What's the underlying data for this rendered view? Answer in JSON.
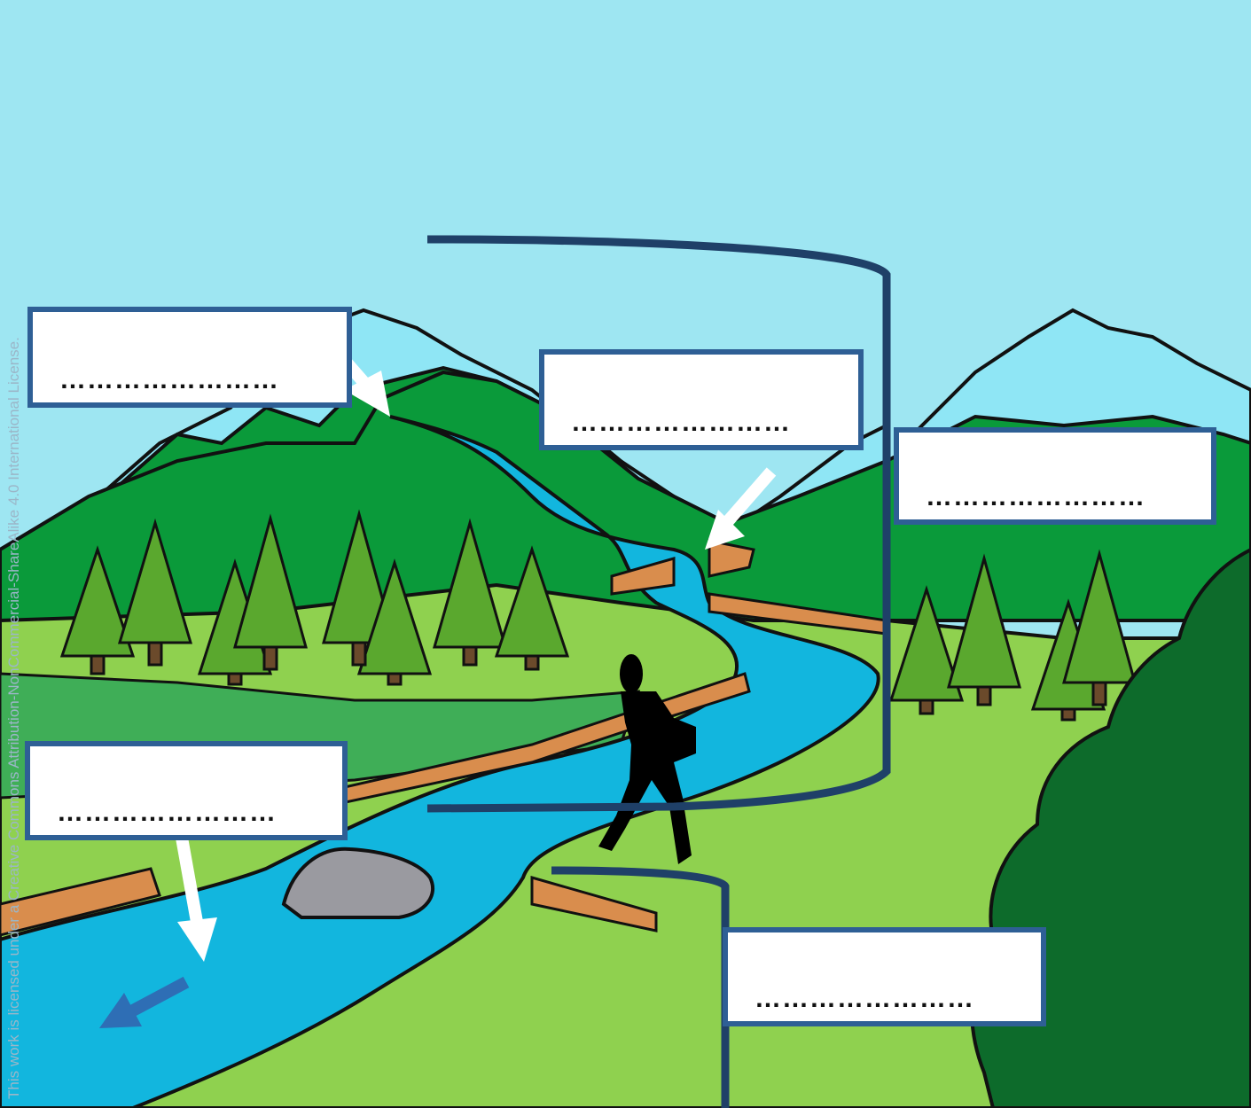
{
  "worksheet": {
    "labels": [
      {
        "id": "label-1",
        "text": "……………………"
      },
      {
        "id": "label-2",
        "text": "……………………"
      },
      {
        "id": "label-3",
        "text": "……………………"
      },
      {
        "id": "label-4",
        "text": "……………………"
      },
      {
        "id": "label-5",
        "text": "……………………"
      }
    ],
    "watermark": "This work is licensed under a Creative Commons Attribution-NonCommercial-ShareAlike 4.0 International License."
  },
  "colors": {
    "sky": "#9ee6f2",
    "mountain_far": "#8fe6f5",
    "hill": "#0a9a3a",
    "meadow": "#8fd14f",
    "river": "#12b6de",
    "bank": "#d98d4d",
    "bracket": "#1f4068",
    "label_border": "#2e5f95",
    "flow_arrow": "#2e6eb5"
  },
  "icons": {
    "hiker": "hiker-silhouette-icon",
    "flow": "flow-direction-arrow-icon"
  }
}
